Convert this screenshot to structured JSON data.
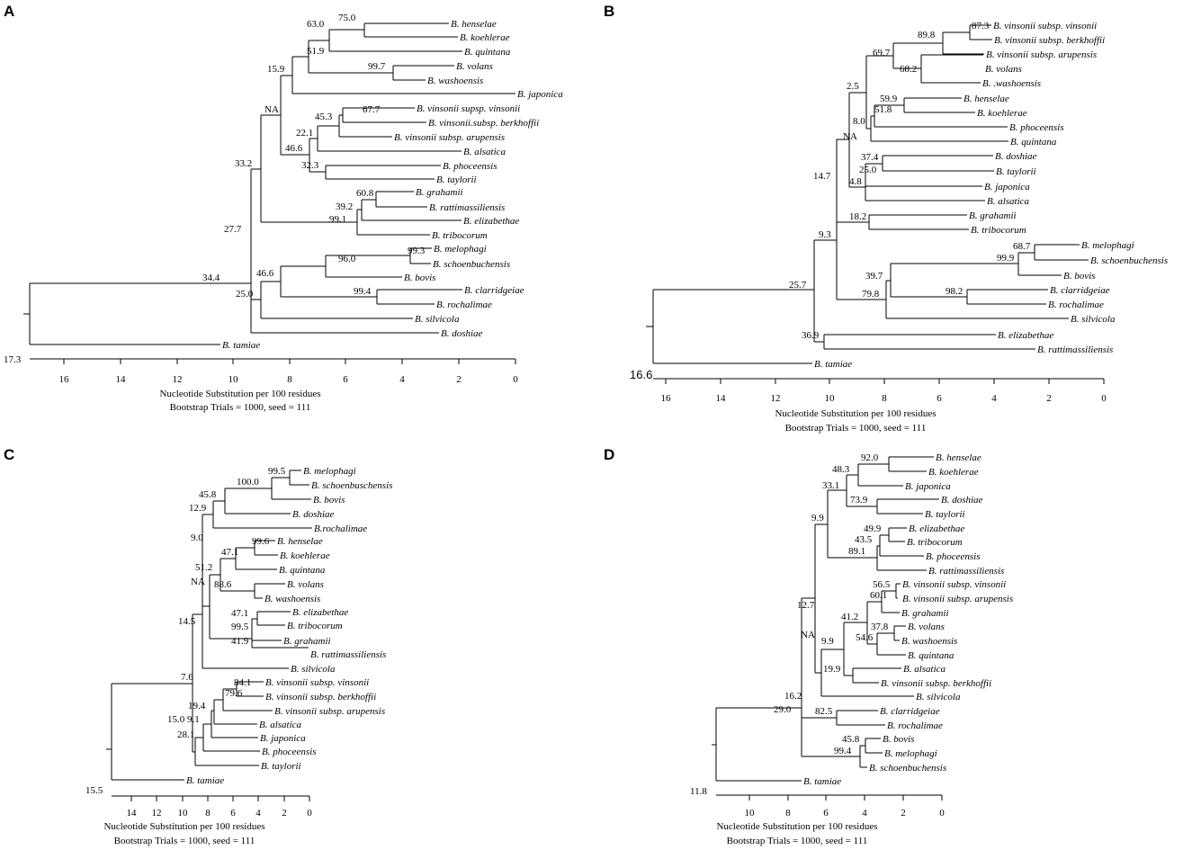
{
  "panels": [
    {
      "letter": "A",
      "scale_label": "17.3",
      "ticks": [
        "16",
        "14",
        "12",
        "10",
        "8",
        "6",
        "4",
        "2",
        "0"
      ],
      "axis_title": "Nucleotide Substitution per 100 residues",
      "axis_subtitle": "Bootstrap Trials = 1000, seed = 111",
      "taxa": [
        "B. henselae",
        "B. koehlerae",
        "B. quintana",
        "B. volans",
        "B. washoensis",
        "B. japonica",
        "B. vinsonii supsp. vinsonii",
        "B. vinsonii.subsp. berkhoffii",
        "B. vinsonii subsp. arupensis",
        "B. alsatica",
        "B. phoceensis",
        "B. taylorii",
        "B. grahamii",
        "B. rattimassiliensis",
        "B. elizabethae",
        "B. tribocorum",
        "B. melophagi",
        "B. schoenbuchensis",
        "B. bovis",
        "B. clarridgeiae",
        "B. rochalimae",
        "B. silvicola",
        "B. doshiae",
        "B. tamiae"
      ],
      "bootstrap": [
        "75.0",
        "63.0",
        "51.9",
        "99.7",
        "15.9",
        "NA",
        "67.7",
        "45.3",
        "22.1",
        "46.6",
        "32.3",
        "33.2",
        "60.8",
        "39.2",
        "99.1",
        "27.7",
        "99.3",
        "96.0",
        "46.6",
        "99.4",
        "25.0",
        "34.4"
      ]
    },
    {
      "letter": "B",
      "scale_label": "16.6",
      "ticks": [
        "16",
        "14",
        "12",
        "10",
        "8",
        "6",
        "4",
        "2",
        "0"
      ],
      "axis_title": "Nucleotide Substitution per 100 residues",
      "axis_subtitle": "Bootstrap Trials = 1000, seed = 111",
      "taxa": [
        "B. vinsonii subsp. vinsonii",
        "B. vinsonii subsp. berkhoffii",
        "B. vinsonii subsp. arupensis",
        "B. volans",
        "B. .washoensis",
        "B. henselae",
        "B. koehlerae",
        "B. phoceensis",
        "B. quintana",
        "B. doshiae",
        "B. taylorii",
        "B. japonica",
        "B. alsatica",
        "B. grahamii",
        "B. tribocorum",
        "B. melophagi",
        "B. schoenbuchensis",
        "B. bovis",
        "B. clarridgeiae",
        "B. rochalimae",
        "B. silvicola",
        "B. elizabethae",
        "B. rattimassiliensis",
        "B. tamiae"
      ],
      "bootstrap": [
        "87.3",
        "89.8",
        "69.7",
        "68.2",
        "2.5",
        "59.9",
        "51.8",
        "8.0",
        "NA",
        "37.4",
        "25.0",
        "4.8",
        "14.7",
        "18.2",
        "9.3",
        "68.7",
        "99.9",
        "39.7",
        "98.2",
        "79.8",
        "25.7",
        "36.9"
      ]
    },
    {
      "letter": "C",
      "scale_label": "15.5",
      "ticks": [
        "14",
        "12",
        "10",
        "8",
        "6",
        "4",
        "2",
        "0"
      ],
      "axis_title": "Nucleotide Substitution per 100 residues",
      "axis_subtitle": "Bootstrap Trials = 1000, seed = 111",
      "taxa": [
        "B. melophagi",
        "B. schoenbuschensis",
        "B. bovis",
        "B. doshiae",
        "B.rochalimae",
        "B. henselae",
        "B. koehlerae",
        "B. quintana",
        "B. volans",
        "B. washoensis",
        "B. elizabethae",
        "B. tribocorum",
        "B. grahamii",
        "B. rattimassiliensis",
        "B. silvicola",
        "B. vinsonii subsp. vinsonii",
        "B. vinsonii subsp. berkhoffii",
        "B. vinsonii subsp. arupensis",
        "B. alsatica",
        "B. japonica",
        "B. phoceensis",
        "B. taylorii",
        "B. tamiae"
      ],
      "bootstrap": [
        "99.5",
        "100.0",
        "45.8",
        "12.9",
        "9.0",
        "99.6",
        "47.1",
        "51.2",
        "88.6",
        "NA",
        "47.1",
        "99.5",
        "41.9",
        "14.5",
        "7.6",
        "84.1",
        "79.6",
        "19.4",
        "15.0",
        "9.1",
        "28.1"
      ]
    },
    {
      "letter": "D",
      "scale_label": "11.8",
      "ticks": [
        "10",
        "8",
        "6",
        "4",
        "2",
        "0"
      ],
      "axis_title": "Nucleotide Substitution per 100 residues",
      "axis_subtitle": "Bootstrap Trials = 1000, seed = 111",
      "taxa": [
        "B. henselae",
        "B. koehlerae",
        "B. japonica",
        "B. doshiae",
        "B. taylorii",
        "B. elizabethae",
        "B. tribocorum",
        "B. phoceensis",
        "B. rattimassiliensis",
        "B. vinsonii subsp. vinsonii",
        "B. vinsonii subsp. arupensis",
        "B. grahamii",
        "B. volans",
        "B. washoensis",
        "B. quintana",
        "B. alsatica",
        "B. vinsonii subsp. berkhoffii",
        "B. silvicola",
        "B. clarridgeiae",
        "B. rochalimae",
        "B. bovis",
        "B. melophagi",
        "B. schoenbuchensis",
        "B. tamiae"
      ],
      "bootstrap": [
        "92.0",
        "48.3",
        "33.1",
        "73.9",
        "9.9",
        "49.9",
        "43.5",
        "89.1",
        "56.5",
        "60.1",
        "41.2",
        "37.8",
        "54.6",
        "NA",
        "9.9",
        "19.9",
        "12.7",
        "82.5",
        "16.2",
        "45.8",
        "99.4",
        "29.0"
      ]
    }
  ]
}
